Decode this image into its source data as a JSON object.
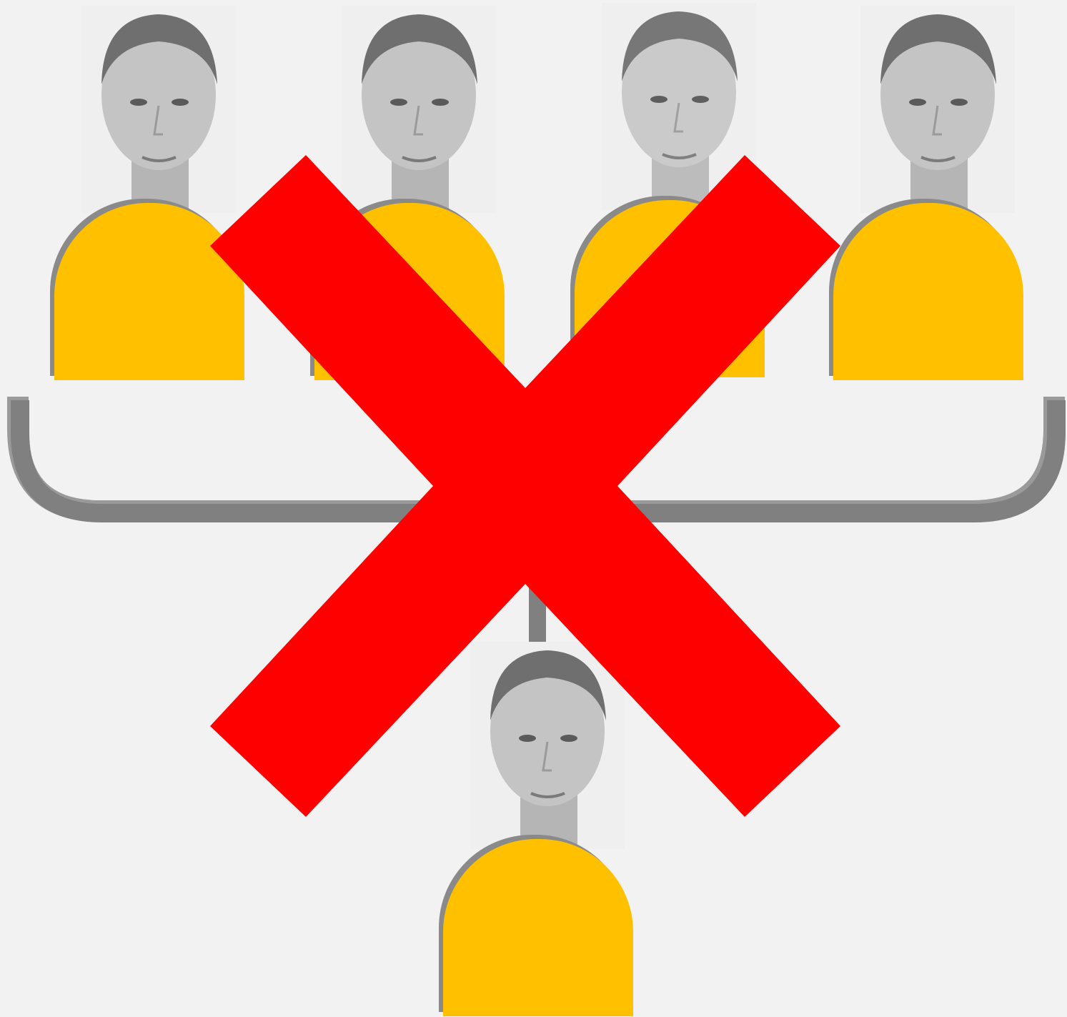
{
  "diagram": {
    "kind": "hierarchy-crossed-out",
    "colors": {
      "background": "#f2f2f2",
      "connector": "#808080",
      "connector_shadow": "#9a9a9a",
      "body": "#ffc000",
      "body_shadow": "#8a8a8a",
      "cross": "#ff0000",
      "portrait_skin": "#bdbdbd",
      "portrait_hair": "#6f6f6f"
    },
    "top_people": [
      {
        "id": "person-1",
        "icon": "person-icon"
      },
      {
        "id": "person-2",
        "icon": "person-icon"
      },
      {
        "id": "person-3",
        "icon": "person-icon"
      },
      {
        "id": "person-4",
        "icon": "person-icon"
      }
    ],
    "bottom_person": {
      "id": "person-5",
      "icon": "person-icon"
    },
    "overlay": {
      "icon": "red-x-icon",
      "meaning": "crossed-out"
    }
  }
}
